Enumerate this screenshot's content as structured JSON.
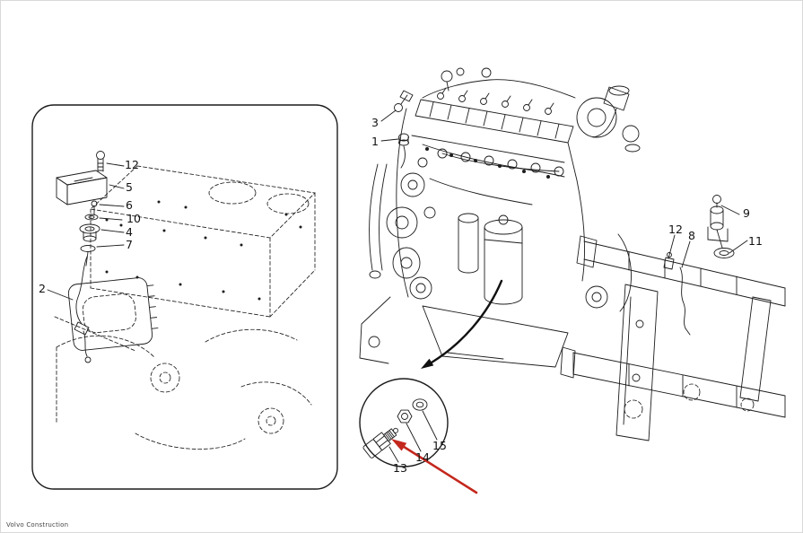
{
  "page": {
    "background": "#ffffff",
    "line_color": "#1c1c1c",
    "red_arrow_color": "#c4271d",
    "watermark": "Volvo Construction"
  },
  "callouts": {
    "inset": {
      "n12": "12",
      "n5": "5",
      "n6": "6",
      "n10": "10",
      "n4": "4",
      "n7": "7",
      "n2": "2"
    },
    "engine": {
      "n3": "3",
      "n1": "1",
      "n12": "12",
      "n8": "8",
      "n9": "9",
      "n11": "11"
    },
    "detail": {
      "n15": "15",
      "n14": "14",
      "n13": "13"
    }
  }
}
